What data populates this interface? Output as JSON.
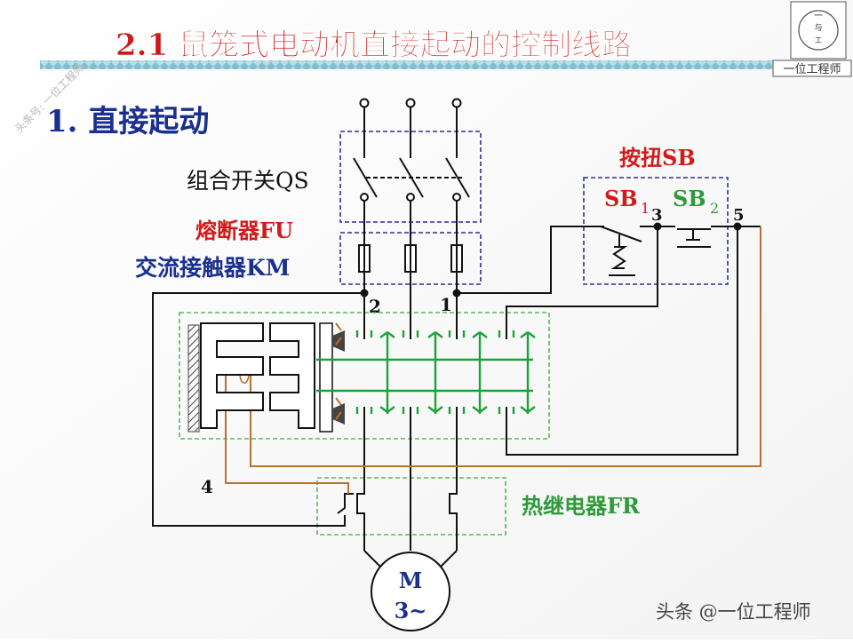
{
  "title": "2.1 鼠笼式电动机直接起动的控制线路",
  "section_heading": "1. 直接起动",
  "labels": {
    "qs": "组合开关QS",
    "fu": "熔断器FU",
    "km": "交流接触器KM",
    "sb_group": "按扭SB",
    "sb1": "SB",
    "sb1_sub": "1",
    "sb2": "SB",
    "sb2_sub": "2",
    "fr": "热继电器FR",
    "node1": "1",
    "node2": "2",
    "node3": "3",
    "node4": "4",
    "node5": "5",
    "motor_m": "M",
    "motor_phase": "3~"
  },
  "watermarks": {
    "corner_badge": "一位工程师",
    "top_left_diagonal": "头条号: 一位工程师",
    "bottom_right": "头条 @一位工程师"
  },
  "colors": {
    "title_red": "#cc1a1a",
    "heading_blue": "#1a2f8f",
    "label_red": "#d31a1a",
    "label_blue": "#1a2f8f",
    "label_green": "#2e9a3a",
    "wire_black": "#111111",
    "coil_orange": "#b8722e",
    "km_green": "#1aa33a",
    "box_blue": "#2c2f9a",
    "box_green": "#5cb85c",
    "title_band": "#8fc9d8"
  }
}
